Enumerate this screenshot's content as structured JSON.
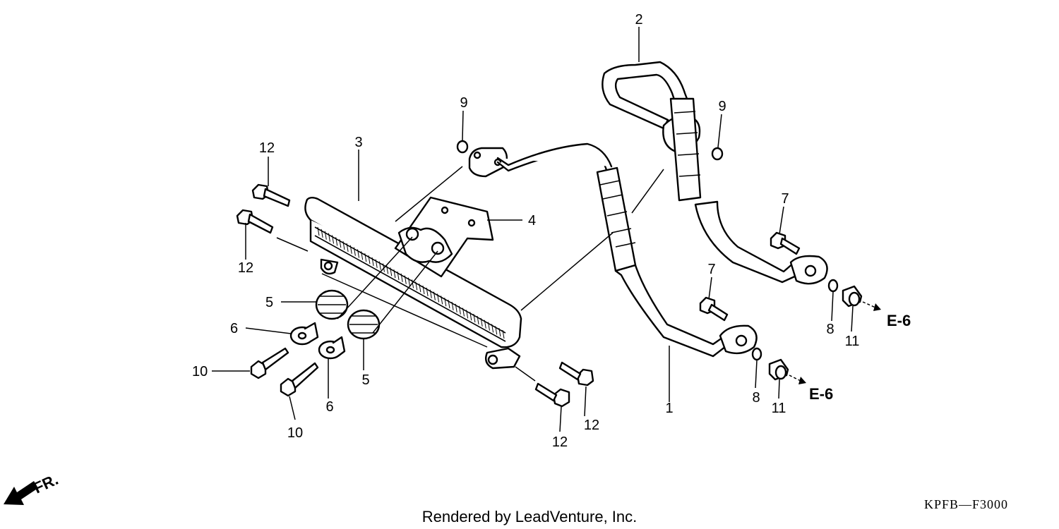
{
  "diagram": {
    "callouts": {
      "c1": "1",
      "c2": "2",
      "c3": "3",
      "c4": "4",
      "c5a": "5",
      "c5b": "5",
      "c6a": "6",
      "c6b": "6",
      "c7a": "7",
      "c7b": "7",
      "c8a": "8",
      "c8b": "8",
      "c9a": "9",
      "c9b": "9",
      "c10a": "10",
      "c10b": "10",
      "c11a": "11",
      "c11b": "11",
      "c12a": "12",
      "c12b": "12",
      "c12c": "12",
      "c12d": "12"
    },
    "references": {
      "upper": "E-6",
      "lower": "E-6"
    },
    "front_marker": "FR.",
    "footer_credit": "Rendered by LeadVenture, Inc.",
    "diagram_code": "KPFB—F3000"
  }
}
